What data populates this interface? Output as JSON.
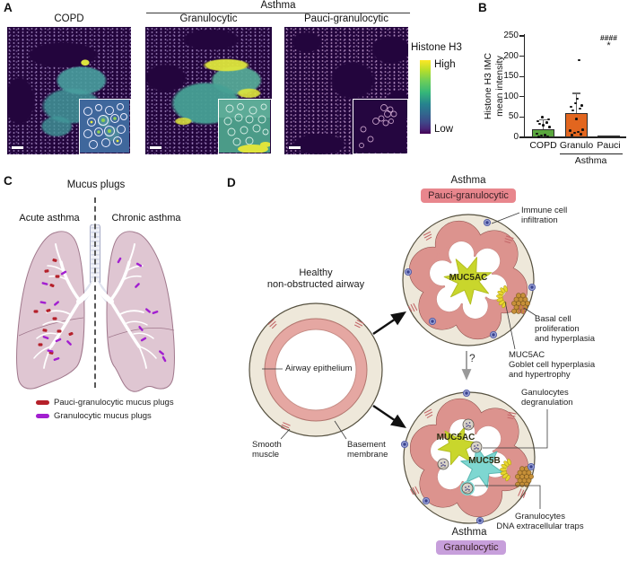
{
  "panel_a": {
    "label": "A",
    "copd_title": "COPD",
    "asthma_header": "Asthma",
    "granulocytic_title": "Granulocytic",
    "pauci_title": "Pauci-granulocytic",
    "colorbar": {
      "title": "Histone H3",
      "high": "High",
      "low": "Low"
    }
  },
  "panel_b": {
    "label": "B"
  },
  "chart_data": {
    "type": "bar",
    "title": "",
    "ylabel_lines": [
      "Histone H3 IMC",
      "mean intensity"
    ],
    "ylim": [
      0,
      250
    ],
    "yticks": [
      0,
      50,
      100,
      150,
      200,
      250
    ],
    "categories": [
      "COPD",
      "Granulo",
      "Pauci"
    ],
    "group_label": "Asthma",
    "group_members": [
      "Granulo",
      "Pauci"
    ],
    "bars": [
      {
        "label": "COPD",
        "mean": 20,
        "err_high": 43,
        "err_low": 0,
        "color": "#5aa73e",
        "points": [
          1,
          2,
          4,
          6,
          9,
          26,
          30,
          33,
          36,
          40,
          44,
          50
        ],
        "sig": []
      },
      {
        "label": "Granulo",
        "mean": 59,
        "err_high": 108,
        "err_low": 12,
        "color": "#e2661f",
        "points": [
          5,
          8,
          11,
          13,
          16,
          19,
          46,
          66,
          71,
          75,
          79,
          84,
          95,
          190
        ],
        "sig": []
      },
      {
        "label": "Pauci",
        "mean": 2,
        "err_high": 3,
        "err_low": 1,
        "color": "#17172b",
        "points": [],
        "sig": [
          "####",
          "*"
        ]
      }
    ]
  },
  "panel_c": {
    "label": "C",
    "title": "Mucus plugs",
    "acute_label": "Acute asthma",
    "chronic_label": "Chronic asthma",
    "legend": [
      {
        "label": "Pauci-granulocytic mucus plugs",
        "color": "#b5202a"
      },
      {
        "label": "Granulocytic mucus plugs",
        "color": "#a21fd0"
      }
    ]
  },
  "panel_d": {
    "label": "D",
    "healthy_title": "Healthy\nnon-obstructed airway",
    "airway_epithelium": "Airway epithelium",
    "smooth_muscle": "Smooth\nmuscle",
    "basement_membrane": "Basement\nmembrane",
    "asthma_top": "Asthma",
    "badge_pauci": "Pauci-granulocytic",
    "badge_pauci_color": "#e8868d",
    "immune_label": "Immune cell\ninfiltration",
    "muc5ac_top": "MUC5AC",
    "basal_label": "Basal cell\nproliferation\nand hyperplasia",
    "goblet_label": "MUC5AC\nGoblet cell hyperplasia\nand hypertrophy",
    "question_mark": "?",
    "ganulocytes_label": "Ganulocytes\ndegranulation",
    "muc5ac_bottom": "MUC5AC",
    "muc5b_label": "MUC5B",
    "dna_label": "Granulocytes\nDNA extracellular traps",
    "asthma_bottom": "Asthma",
    "badge_granulo": "Granulocytic",
    "badge_granulo_color": "#c79fdb"
  }
}
